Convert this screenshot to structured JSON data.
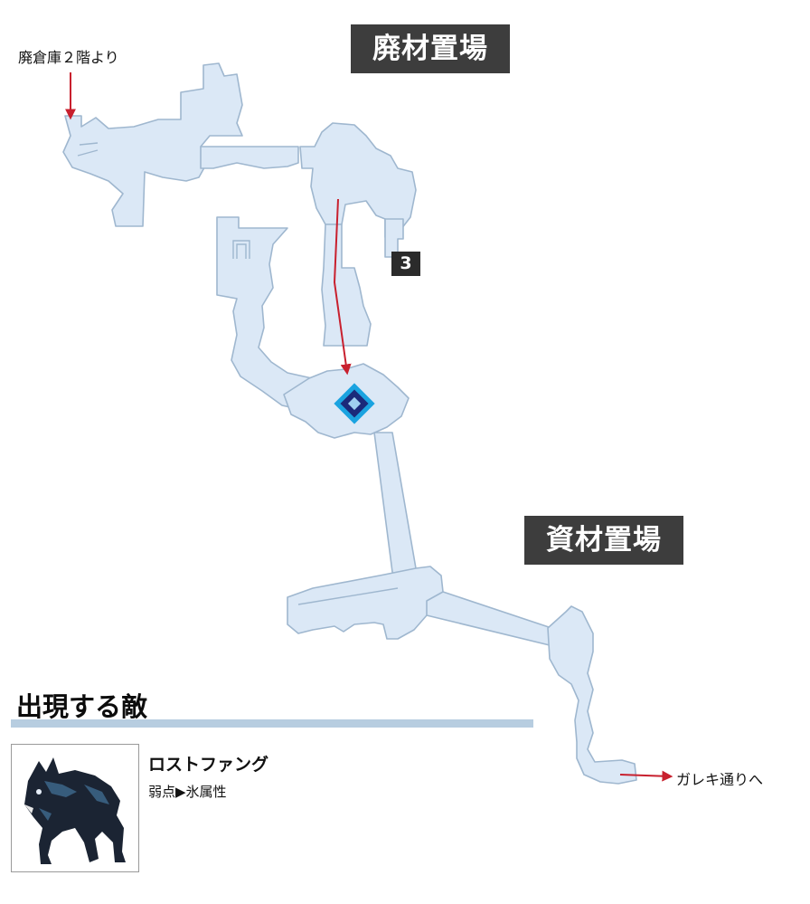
{
  "areas": {
    "upper": "廃材置場",
    "lower": "資材置場"
  },
  "marker_number": "3",
  "notes": {
    "entry": "廃倉庫２階より",
    "exit": "ガレキ通りへ"
  },
  "enemies": {
    "heading": "出現する敵",
    "items": [
      {
        "name": "ロストファング",
        "weakness": "弱点▶氷属性"
      }
    ]
  },
  "colors": {
    "floor_fill": "#dbe8f6",
    "floor_stroke": "#9fb7cf",
    "route_arrow": "#c8202e",
    "label_bg": "#3d3d3d",
    "heading_bar": "#b7cde0",
    "waypoint_outer": "#1aa3e0",
    "waypoint_inner": "#1b2a7a"
  },
  "icons": {
    "waypoint": "diamond-waypoint-icon",
    "enemy": "wolf-portrait"
  }
}
